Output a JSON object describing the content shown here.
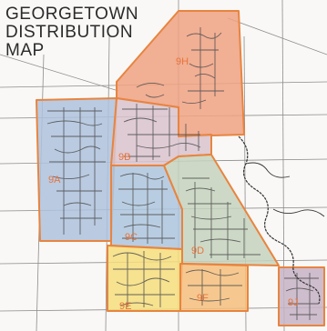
{
  "title": {
    "line1": "GEORGETOWN",
    "line2": "DISTRIBUTION",
    "line3": "MAP"
  },
  "zones": [
    {
      "id": "9H",
      "label": "9H",
      "color": "#f0a283"
    },
    {
      "id": "9A",
      "label": "9A",
      "color": "#aec2dd"
    },
    {
      "id": "9B",
      "label": "9B",
      "color": "#d9c3cc"
    },
    {
      "id": "9C",
      "label": "9C",
      "color": "#aec6de"
    },
    {
      "id": "9D",
      "label": "9D",
      "color": "#c6d4bd"
    },
    {
      "id": "9E",
      "label": "9E",
      "color": "#f6de7c"
    },
    {
      "id": "9F",
      "label": "9F",
      "color": "#f6c07c"
    },
    {
      "id": "9J",
      "label": "9J",
      "color": "#c7b3c6"
    }
  ],
  "colors": {
    "zone_border": "#e8843f",
    "label": "#e8743b",
    "roads": "#555555",
    "river": "#333333"
  }
}
